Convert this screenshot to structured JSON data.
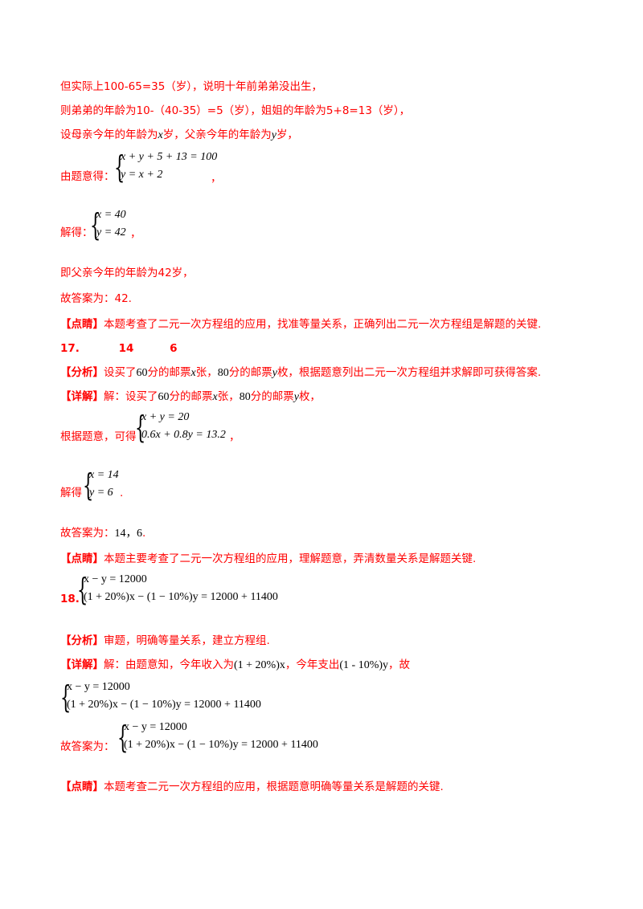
{
  "l1": "但实际上100-65=35（岁），说明十年前弟弟没出生，",
  "l2": "则弟弟的年龄为10-（40-35）=5（岁），姐姐的年龄为5+8=13（岁），",
  "l3": {
    "a": "设母亲今年的年龄为",
    "x": "x",
    "b": "岁，父亲今年的年龄为",
    "y": "y",
    "c": "岁，"
  },
  "l4": {
    "label": "由题意得：",
    "r1": "x + y + 5 + 13 = 100",
    "r2": "y = x + 2",
    "tail": "，"
  },
  "l5": {
    "label": "解得：",
    "r1": "x = 40",
    "r2": "y = 42",
    "tail": "，"
  },
  "l6": "即父亲今年的年龄为42岁，",
  "l7": "故答案为：42.",
  "l8": {
    "tag": "【点睛】",
    "text": "本题考查了二元一次方程组的应用，找准等量关系，正确列出二元一次方程组是解题的关键."
  },
  "q17": {
    "num": "17.",
    "a1": "14",
    "a2": "6"
  },
  "l9": {
    "tag": "【分析】",
    "a": "设买了",
    "n1": "60",
    "b": "分的邮票",
    "x": "x",
    "c": "张，",
    "n2": "80",
    "d": "分的邮票",
    "y": "y",
    "e": "枚，根据题意列出二元一次方程组并求解即可获得答案."
  },
  "l10": {
    "tag": "【详解】",
    "a": "解：设买了",
    "n1": "60",
    "b": "分的邮票",
    "x": "x",
    "c": "张，",
    "n2": "80",
    "d": "分的邮票",
    "y": "y",
    "e": "枚，"
  },
  "l11": {
    "label": "根据题意，可得",
    "r1": "x + y = 20",
    "r2": "0.6x + 0.8y = 13.2",
    "tail": "，"
  },
  "l12": {
    "label": "解得",
    "r1": "x = 14",
    "r2": "y = 6",
    "tail": "."
  },
  "l13": {
    "a": "故答案为：",
    "v1": "14",
    "sep": "，",
    "v2": "6",
    "b": "."
  },
  "l14": {
    "tag": "【点睛】",
    "text": "本题主要考查了二元一次方程组的应用，理解题意，弄清数量关系是解题关键."
  },
  "q18": {
    "num": "18.",
    "r1": "x − y = 12000",
    "r2": "(1 + 20%)x − (1 − 10%)y = 12000 + 11400"
  },
  "l15": {
    "tag": "【分析】",
    "text": "审题，明确等量关系，建立方程组."
  },
  "l16": {
    "tag": "【详解】",
    "a": "解：由题意知，今年收入为",
    "e1": "(1 + 20%)x",
    "b": "，今年支出",
    "e2": "(1 - 10%)y",
    "c": "，故"
  },
  "l17": {
    "r1": "x − y = 12000",
    "r2": "(1 + 20%)x − (1 − 10%)y = 12000 + 11400"
  },
  "l18": {
    "label": "故答案为：",
    "r1": "x − y = 12000",
    "r2": "(1 + 20%)x − (1 − 10%)y = 12000 + 11400"
  },
  "l19": {
    "tag": "【点睛】",
    "text": "本题考查二元一次方程组的应用，根据题意明确等量关系是解题的关键."
  }
}
